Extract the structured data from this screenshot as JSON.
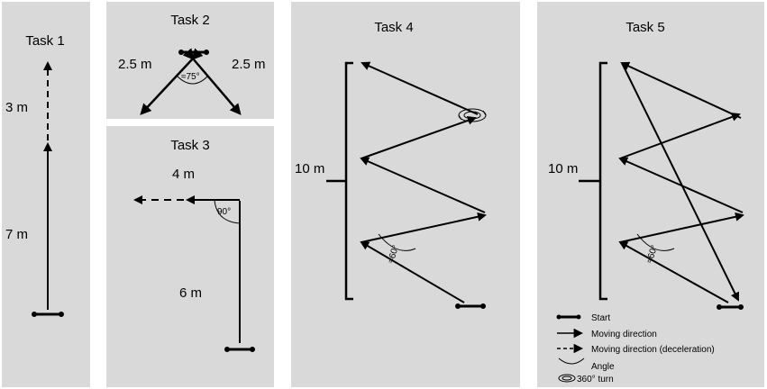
{
  "panels": {
    "task1": {
      "title": "Task 1",
      "d_top": "3 m",
      "d_bottom": "7 m"
    },
    "task2": {
      "title": "Task 2",
      "d_left": "2.5 m",
      "d_right": "2.5 m",
      "angle": "≈75°"
    },
    "task3": {
      "title": "Task 3",
      "d_horizontal": "4 m",
      "d_vertical": "6 m",
      "angle": "90°"
    },
    "task4": {
      "title": "Task 4",
      "d_span": "10 m",
      "angle": "≈60°"
    },
    "task5": {
      "title": "Task 5",
      "d_span": "10 m",
      "angle": "≈60°"
    }
  },
  "legend": {
    "start": "Start",
    "moving": "Moving direction",
    "decel": "Moving direction (deceleration)",
    "angle": "Angle",
    "turn": "360° turn"
  },
  "colors": {
    "panel_bg": "#d9d9d9",
    "ink": "#000000"
  }
}
